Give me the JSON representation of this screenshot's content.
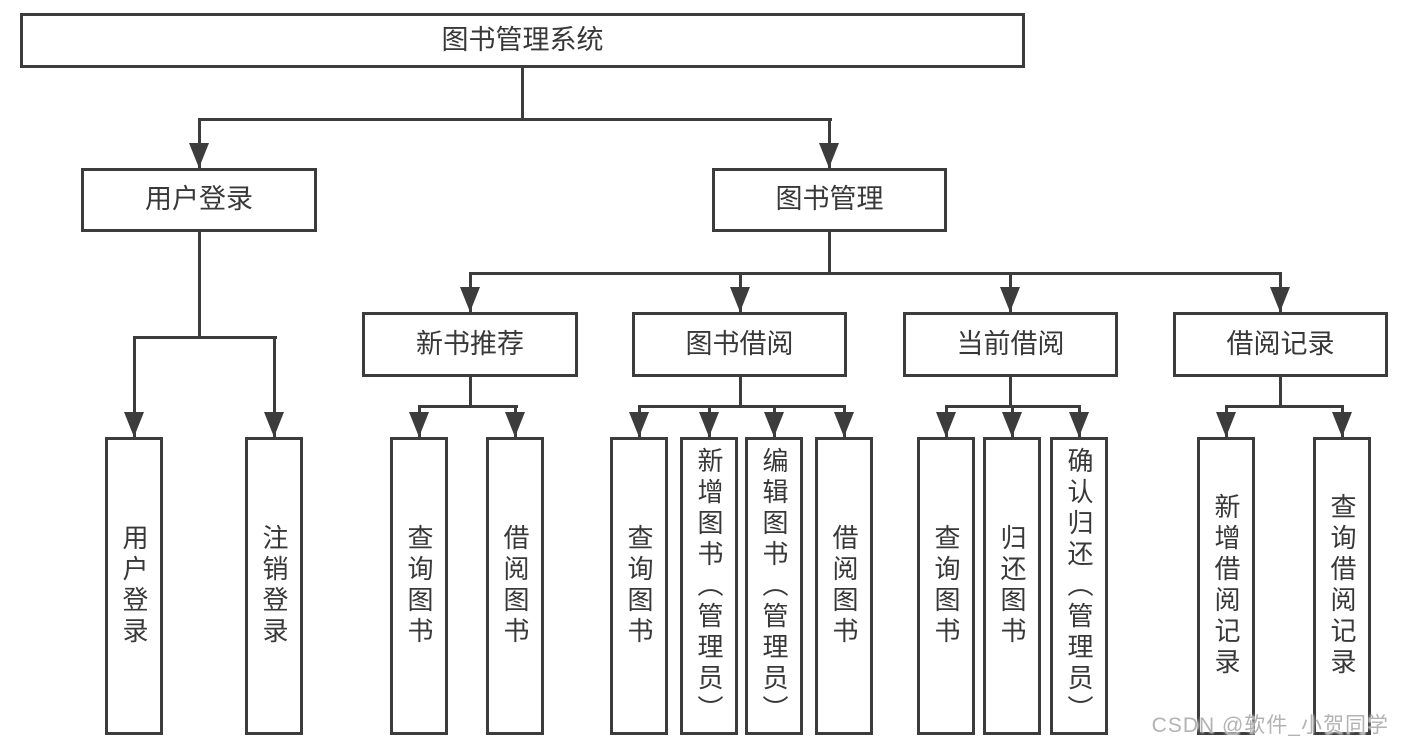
{
  "tree": {
    "root": {
      "label": "图书管理系统"
    },
    "children": [
      {
        "label": "用户登录",
        "children": [
          {
            "label": "用户登录"
          },
          {
            "label": "注销登录"
          }
        ]
      },
      {
        "label": "图书管理",
        "children": [
          {
            "label": "新书推荐",
            "children": [
              {
                "label": "查询图书"
              },
              {
                "label": "借阅图书"
              }
            ]
          },
          {
            "label": "图书借阅",
            "children": [
              {
                "label": "查询图书"
              },
              {
                "label": "新增图书（管理员）"
              },
              {
                "label": "编辑图书（管理员）"
              },
              {
                "label": "借阅图书"
              }
            ]
          },
          {
            "label": "当前借阅",
            "children": [
              {
                "label": "查询图书"
              },
              {
                "label": "归还图书"
              },
              {
                "label": "确认归还（管理员）"
              }
            ]
          },
          {
            "label": "借阅记录",
            "children": [
              {
                "label": "新增借阅记录"
              },
              {
                "label": "查询借阅记录"
              }
            ]
          }
        ]
      }
    ]
  },
  "watermark": {
    "text": "CSDN @软件_小贺同学"
  },
  "colors": {
    "line": "#3c3c3c",
    "text": "#383838",
    "watermark": "#b3b3b3",
    "background": "#ffffff"
  }
}
